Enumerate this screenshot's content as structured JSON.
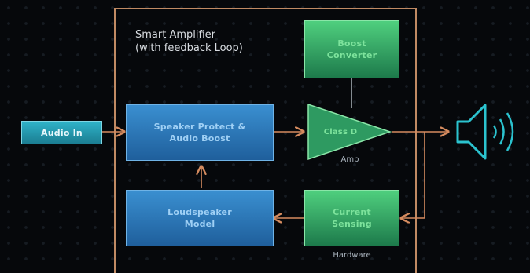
{
  "frame": {
    "title_line1": "Smart Amplifier",
    "title_line2": "(with feedback Loop)"
  },
  "blocks": {
    "audio_in": "Audio In",
    "speaker_protect": "Speaker Protect & Audio Boost",
    "boost": "Boost Converter",
    "loudspeaker_model": "Loudspeaker Model",
    "current_sensing": "Current Sensing",
    "class_d": "Class D"
  },
  "labels": {
    "amp": "Amp",
    "hardware": "Hardware"
  },
  "icons": {
    "output": "speaker-icon"
  },
  "colors": {
    "frame": "#c08a63",
    "wire": "#d58b5f",
    "speaker": "#2bc3cf",
    "blue_block": "#2a74b8",
    "green_block": "#35a566"
  }
}
